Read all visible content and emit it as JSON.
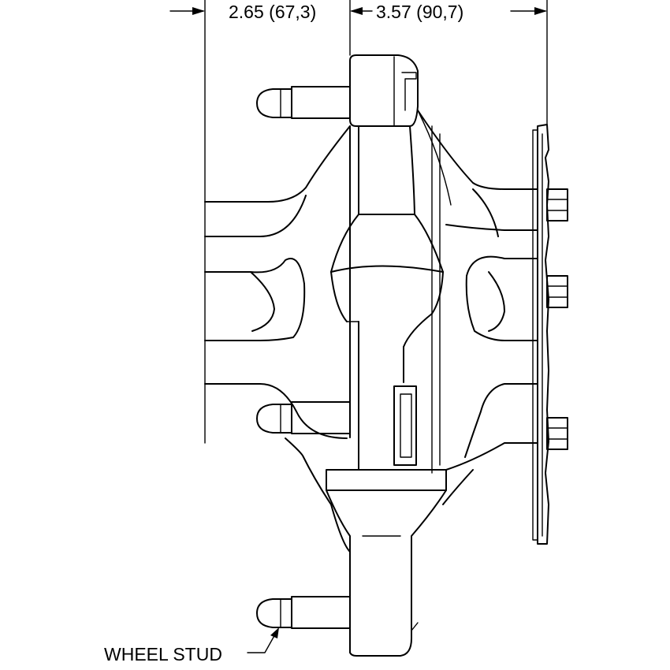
{
  "dimensions": {
    "left": "2.65 (67,3)",
    "right": "3.57 (90,7)"
  },
  "callout": {
    "label": "WHEEL STUD"
  }
}
